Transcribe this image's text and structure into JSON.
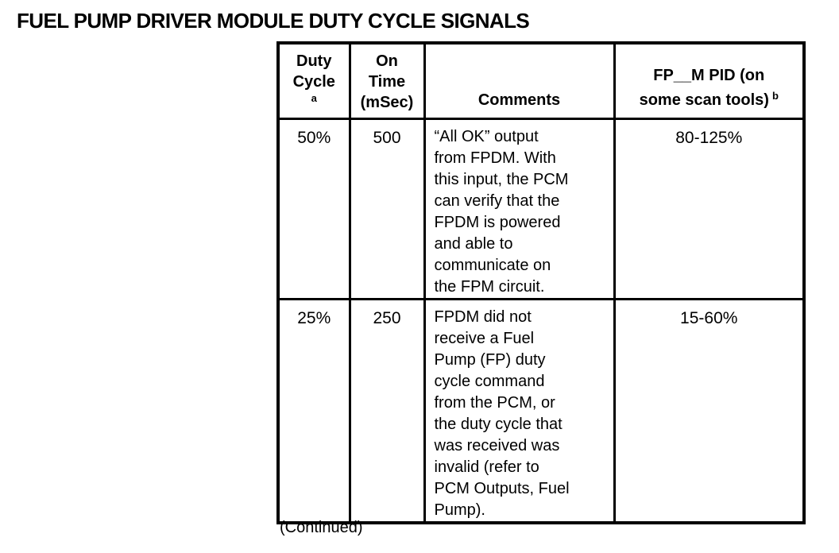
{
  "page": {
    "title": "FUEL PUMP DRIVER MODULE DUTY CYCLE SIGNALS",
    "continued_note": "(Continued)"
  },
  "table": {
    "headers": {
      "duty_cycle": "Duty\nCycle",
      "duty_cycle_footnote": "a",
      "on_time": "On\nTime\n(mSec)",
      "comments": "Comments",
      "fp_pid": "FP__M PID (on\nsome scan tools)",
      "fp_pid_footnote": "b"
    },
    "rows": [
      {
        "duty_cycle": "50%",
        "on_time": "500",
        "comments": "“All OK” output\nfrom FPDM. With\nthis input, the PCM\ncan verify that the\nFPDM is powered\nand able to\ncommunicate on\nthe FPM circuit.",
        "fp_pid": "80-125%"
      },
      {
        "duty_cycle": "25%",
        "on_time": "250",
        "comments": "FPDM did not\nreceive a Fuel\nPump (FP) duty\ncycle command\nfrom the PCM, or\nthe duty cycle that\nwas received was\ninvalid (refer to\nPCM Outputs, Fuel\nPump).",
        "fp_pid": "15-60%"
      }
    ]
  },
  "colors": {
    "ink": "#000000",
    "paper": "#ffffff"
  }
}
